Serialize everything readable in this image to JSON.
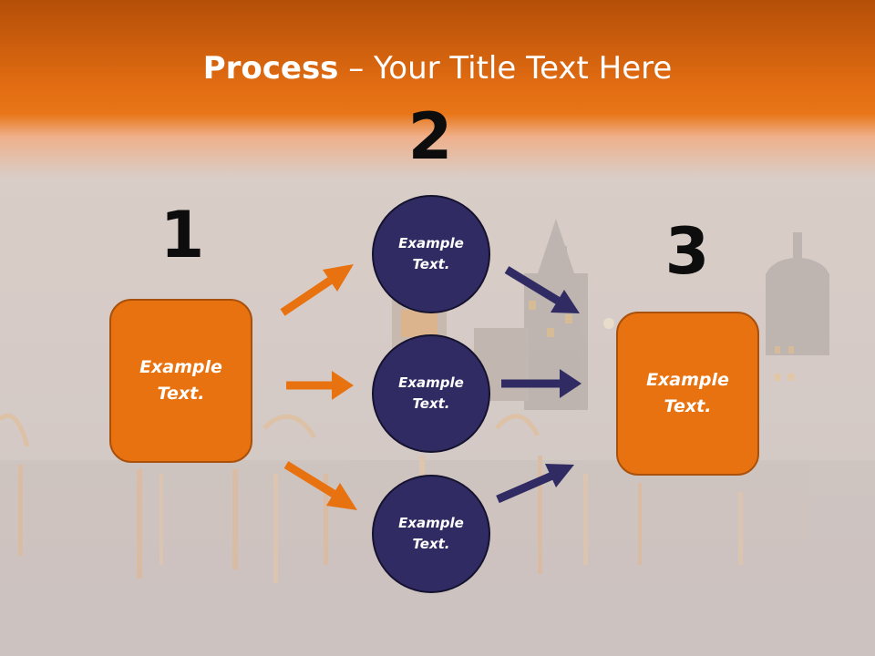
{
  "slide": {
    "title_bold": "Process",
    "title_rest": " – Your Title Text Here",
    "steps": [
      {
        "number": "1"
      },
      {
        "number": "2"
      },
      {
        "number": "3"
      }
    ],
    "left_box": {
      "line1": "Example",
      "line2": "Text."
    },
    "circles": [
      {
        "line1": "Example",
        "line2": "Text."
      },
      {
        "line1": "Example",
        "line2": "Text."
      },
      {
        "line1": "Example",
        "line2": "Text."
      }
    ],
    "right_box": {
      "line1": "Example",
      "line2": "Text."
    }
  },
  "colors": {
    "orange": "#e8720f",
    "navy": "#302c63",
    "title_text": "#ffffff",
    "number_text": "#0d0d0d"
  }
}
